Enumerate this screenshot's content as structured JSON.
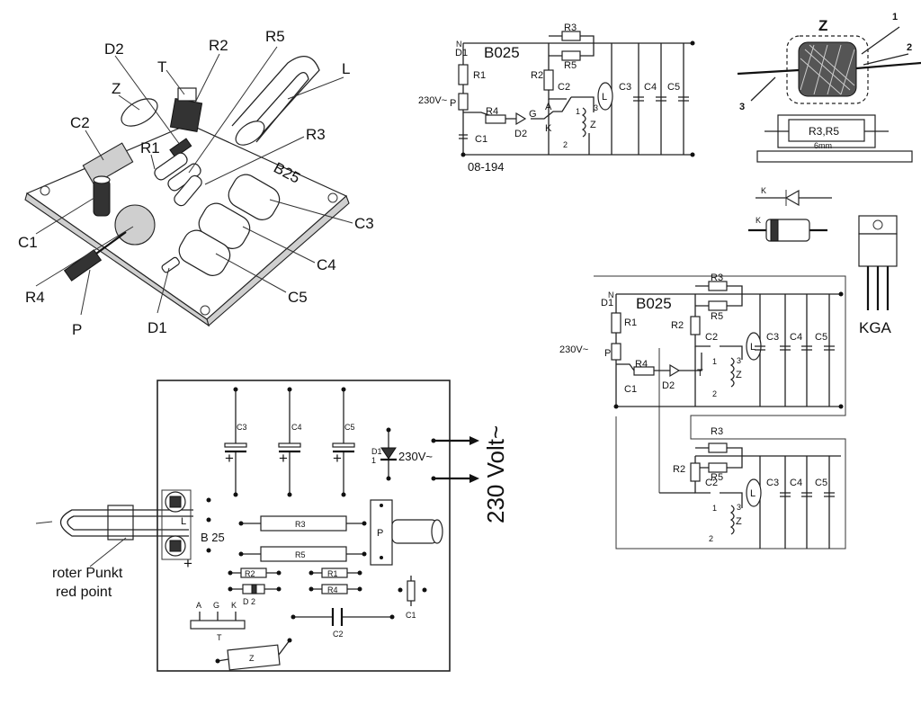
{
  "pictorial": {
    "board_label": "B25",
    "callouts": [
      "D2",
      "R2",
      "R5",
      "T",
      "Z",
      "L",
      "C2",
      "R1",
      "R3",
      "C1",
      "C3",
      "C4",
      "R4",
      "C5",
      "P",
      "D1"
    ]
  },
  "schematic": {
    "title": "B025",
    "code": "08-194",
    "input": "230V~",
    "labels": {
      "n": "N",
      "d1": "D1",
      "r1": "R1",
      "r2": "R2",
      "r3": "R3",
      "r4": "R4",
      "r5": "R5",
      "p": "P",
      "c1": "C1",
      "c2": "C2",
      "c3": "C3",
      "c4": "C4",
      "c5": "C5",
      "l": "L",
      "z": "Z",
      "d2": "D2",
      "g": "G",
      "a": "A",
      "k": "K",
      "pin1": "1",
      "pin2": "2",
      "pin3": "3"
    }
  },
  "coil_detail": {
    "z_label": "Z",
    "lead_1": "1",
    "lead_2": "2",
    "lead_3": "3",
    "mount_label": "R3,R5",
    "spacing": "6mm"
  },
  "parts": {
    "diode_k1": "K",
    "diode_k2": "K",
    "transistor_pins": "KGA"
  },
  "schematic2": {
    "title": "B025",
    "input": "230V~",
    "labels": {
      "n": "N",
      "d1": "D1",
      "r1": "R1",
      "r2": "R2",
      "r3": "R3",
      "r4": "R4",
      "r5": "R5",
      "p": "P",
      "c1": "C1",
      "c2": "C2",
      "c3": "C3",
      "c4": "C4",
      "c5": "C5",
      "l": "L",
      "z": "Z",
      "d2": "D2",
      "t": "T",
      "pin1": "1",
      "pin2": "2",
      "pin3": "3"
    },
    "ext": {
      "r2": "R2",
      "r3": "R3",
      "r5": "R5",
      "c2": "C2",
      "c3": "C3",
      "c4": "C4",
      "c5": "C5",
      "l": "L",
      "z": "Z",
      "pin1": "1",
      "pin2": "2",
      "pin3": "3"
    }
  },
  "layout": {
    "board": "B 25",
    "supply": "230 Volt~",
    "lamp_note_de": "roter Punkt",
    "lamp_note_en": "red point",
    "lamp_l": "L",
    "c3": "C3",
    "c4": "C4",
    "c5": "C5",
    "d1": "D1",
    "d1_num": "1",
    "d1_label": "230V~",
    "r3": "R3",
    "r5": "R5",
    "r2": "R2",
    "r1": "R1",
    "r4": "R4",
    "d2": "D 2",
    "c1": "C1",
    "c2": "C2",
    "p": "P",
    "t": "T",
    "z": "Z",
    "pin_a": "A",
    "pin_g": "G",
    "pin_k": "K",
    "plus": "+"
  }
}
